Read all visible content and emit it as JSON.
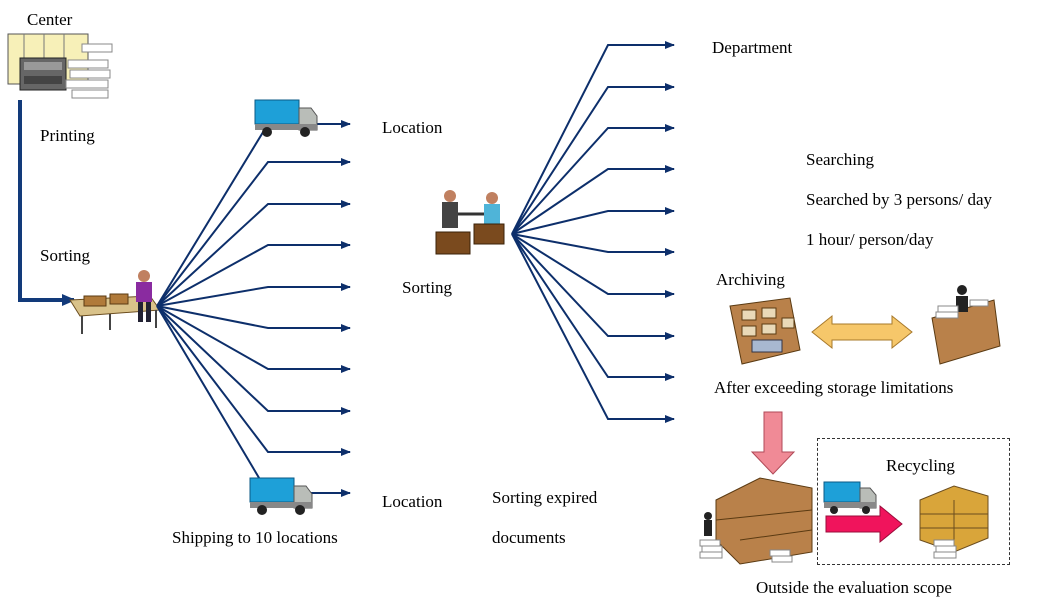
{
  "labels": {
    "center": "Center",
    "printing": "Printing",
    "sorting_left": "Sorting",
    "location_top": "Location",
    "location_bottom": "Location",
    "shipping": "Shipping to 10 locations",
    "sorting_middle": "Sorting",
    "sorting_expired_1": "Sorting expired",
    "sorting_expired_2": "documents",
    "department": "Department",
    "searching": "Searching",
    "searched_by": "Searched by 3 persons/ day",
    "hour_per_person": "1 hour/ person/day",
    "archiving": "Archiving",
    "after_exceeding": "After exceeding storage limitations",
    "recycling": "Recycling",
    "outside_scope": "Outside the evaluation scope"
  },
  "colors": {
    "flow_line": "#0d2f6b",
    "big_arrow": "#123a7a",
    "double_arrow": "#f6c76a",
    "down_arrow": "#f08a96",
    "right_arrow": "#f0145c",
    "truck_cab": "#1ea0d8",
    "truck_body": "#b9bdb8"
  }
}
